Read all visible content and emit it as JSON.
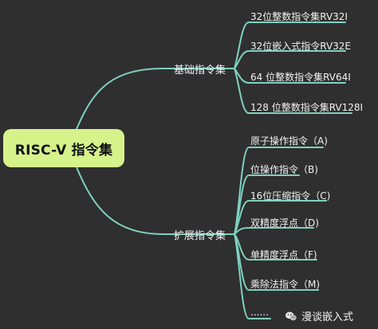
{
  "root": {
    "label": "RISC-V 指令集"
  },
  "branches": [
    {
      "label": "基础指令集",
      "children": [
        "32位整数指令集RV32I",
        "32位嵌入式指令RV32E",
        "64 位整数指令集RV64I",
        "128 位整数指令集RV128I"
      ]
    },
    {
      "label": "扩展指令集",
      "children": [
        "原子操作指令（A)",
        "位操作指令（B)",
        "16位压缩指令（C)",
        "双精度浮点（D)",
        "单精度浮点（F)",
        "乘除法指令（M)",
        "......"
      ]
    }
  ],
  "watermark": {
    "label": "漫谈嵌入式",
    "icon": "wechat-icon"
  },
  "colors": {
    "background": "#2f2f2f",
    "root_fill": "#d6f28b",
    "connector": "#7fd1bf",
    "text": "#f0f0f0"
  }
}
